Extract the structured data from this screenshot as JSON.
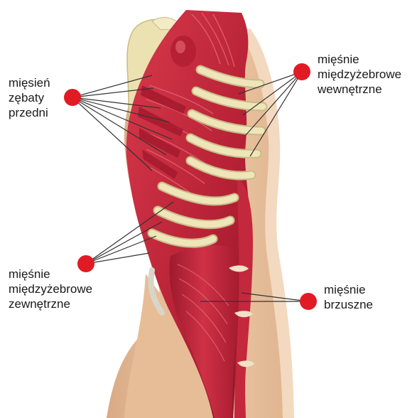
{
  "labels": {
    "serratus_anterior": [
      "mięsień",
      "zębaty",
      "przedni"
    ],
    "internal_intercostals": [
      "mięśnie",
      "międzyżebrowe",
      "wewnętrzne"
    ],
    "external_intercostals": [
      "mięśnie",
      "międzyżebrowe",
      "zewnętrzne"
    ],
    "abdominal_muscles": [
      "mięśnie",
      "brzuszne"
    ]
  },
  "colors": {
    "marker": "#e01b24",
    "muscle": "#c8283b",
    "muscle_dark": "#8f1628",
    "muscle_light": "#e0505f",
    "bone": "#ede3b4",
    "bone_edge": "#c9bb84",
    "skin": "#ecc6a3",
    "skin_shadow": "#d6a883",
    "leader_line": "#333333"
  },
  "icons": {
    "marker": "red-circle-marker-icon"
  }
}
